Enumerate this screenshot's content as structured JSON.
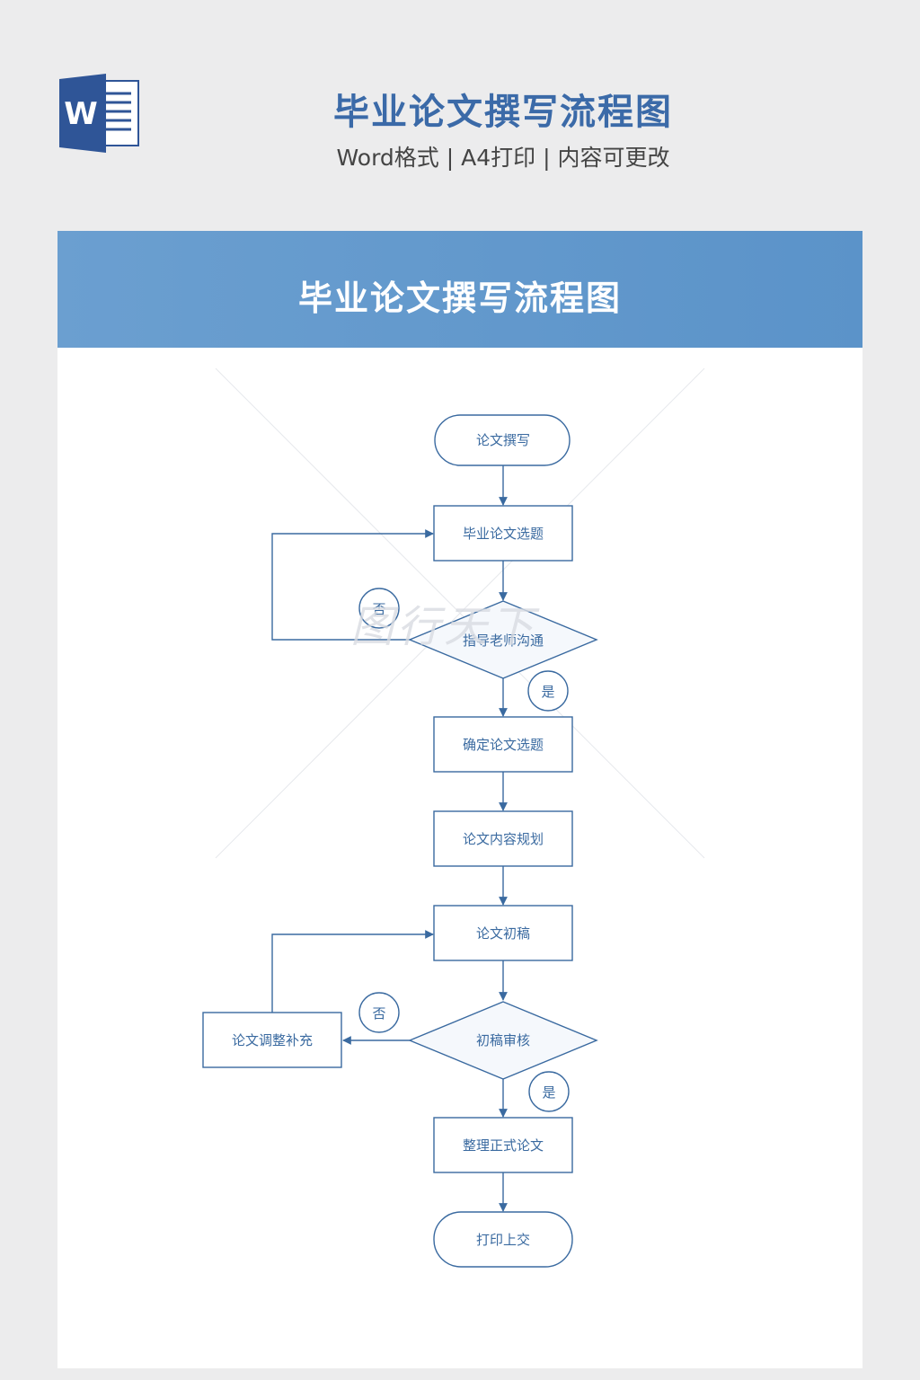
{
  "header": {
    "logo_letter": "W",
    "title": "毕业论文撰写流程图",
    "subtitle": "Word格式 | A4打印 | 内容可更改"
  },
  "banner": {
    "title": "毕业论文撰写流程图"
  },
  "watermark": "图行天下",
  "colors": {
    "accent": "#3b6aa8",
    "banner": "#5f97cc",
    "node_stroke": "#3a6aa0"
  },
  "flowchart": {
    "nodes": {
      "start": "论文撰写",
      "topic": "毕业论文选题",
      "advisor": "指导老师沟通",
      "confirm": "确定论文选题",
      "plan": "论文内容规划",
      "draft": "论文初稿",
      "review": "初稿审核",
      "adjust": "论文调整补充",
      "finalize": "整理正式论文",
      "submit": "打印上交"
    },
    "labels": {
      "no": "否",
      "yes": "是"
    }
  }
}
